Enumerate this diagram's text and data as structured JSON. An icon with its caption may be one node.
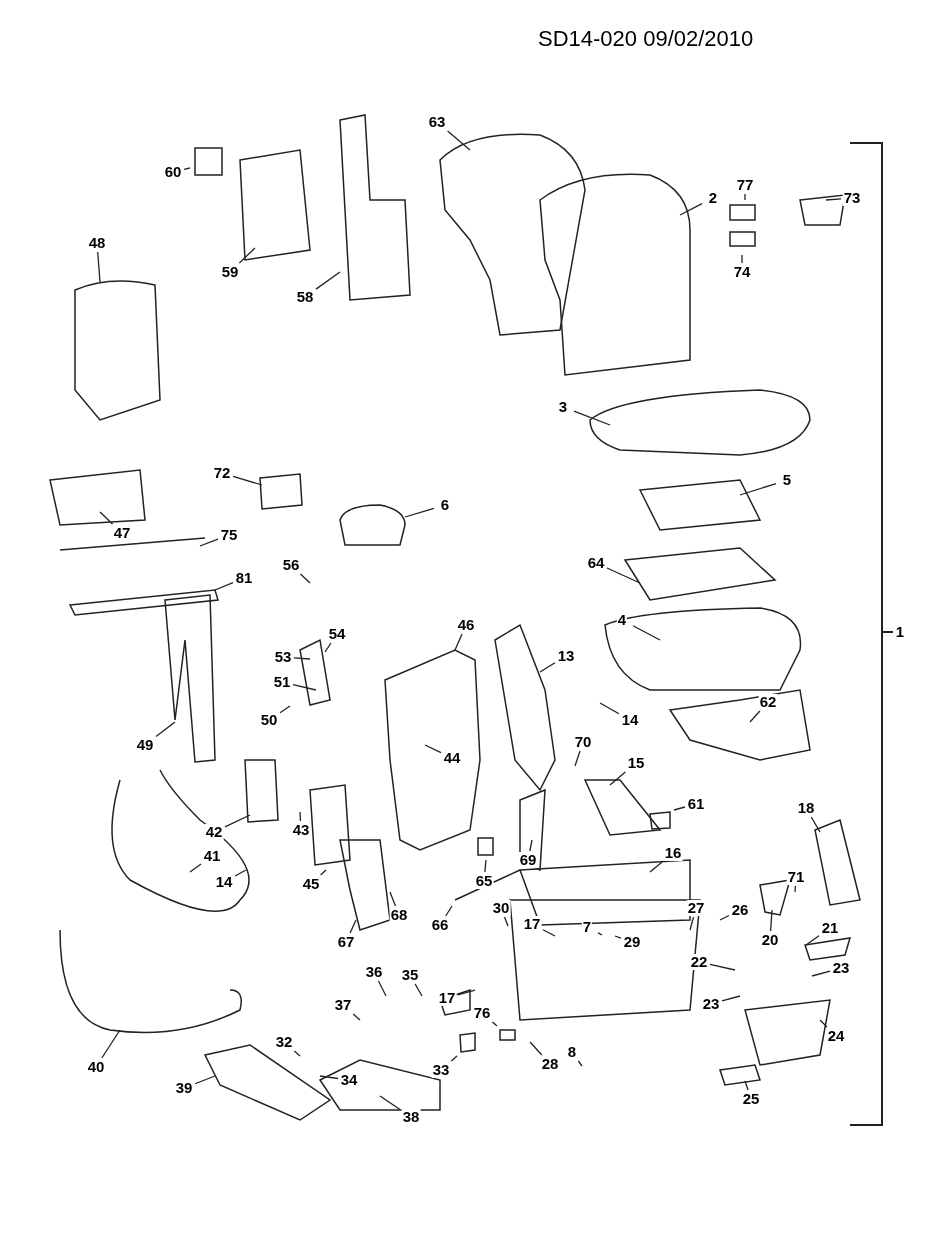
{
  "diagram": {
    "title": "SD14-020 09/02/2010",
    "nodes": [
      {
        "text": [
          "63"
        ]
      },
      {
        "text": [
          "2"
        ]
      },
      {
        "text": [
          "77"
        ]
      },
      {
        "text": [
          "73"
        ]
      },
      {
        "text": [
          "74"
        ]
      },
      {
        "text": [
          "60"
        ]
      },
      {
        "text": [
          "59"
        ]
      },
      {
        "text": [
          "58"
        ]
      },
      {
        "text": [
          "48"
        ]
      },
      {
        "text": [
          "3"
        ]
      },
      {
        "text": [
          "72"
        ]
      },
      {
        "text": [
          "6"
        ]
      },
      {
        "text": [
          "5"
        ]
      },
      {
        "text": [
          "47"
        ]
      },
      {
        "text": [
          "75"
        ]
      },
      {
        "text": [
          "64"
        ]
      },
      {
        "text": [
          "56"
        ]
      },
      {
        "text": [
          "81"
        ]
      },
      {
        "text": [
          "54"
        ]
      },
      {
        "text": [
          "53"
        ]
      },
      {
        "text": [
          "46"
        ]
      },
      {
        "text": [
          "13"
        ]
      },
      {
        "text": [
          "4"
        ]
      },
      {
        "text": [
          "51"
        ]
      },
      {
        "text": [
          "62"
        ]
      },
      {
        "text": [
          "14"
        ]
      },
      {
        "text": [
          "50"
        ]
      },
      {
        "text": [
          "49"
        ]
      },
      {
        "text": [
          "44"
        ]
      },
      {
        "text": [
          "70"
        ]
      },
      {
        "text": [
          "15"
        ]
      },
      {
        "text": [
          "61"
        ]
      },
      {
        "text": [
          "42"
        ]
      },
      {
        "text": [
          "43"
        ]
      },
      {
        "text": [
          "18"
        ]
      },
      {
        "text": [
          "41"
        ]
      },
      {
        "text": [
          "16"
        ]
      },
      {
        "text": [
          "71"
        ]
      },
      {
        "text": [
          "14"
        ]
      },
      {
        "text": [
          "45"
        ]
      },
      {
        "text": [
          "69"
        ]
      },
      {
        "text": [
          "65"
        ]
      },
      {
        "text": [
          "27"
        ]
      },
      {
        "text": [
          "30"
        ]
      },
      {
        "text": [
          "26"
        ]
      },
      {
        "text": [
          "20"
        ]
      },
      {
        "text": [
          "17"
        ]
      },
      {
        "text": [
          "7"
        ]
      },
      {
        "text": [
          "29"
        ]
      },
      {
        "text": [
          "68"
        ]
      },
      {
        "text": [
          "66"
        ]
      },
      {
        "text": [
          "67"
        ]
      },
      {
        "text": [
          "21"
        ]
      },
      {
        "text": [
          "22"
        ]
      },
      {
        "text": [
          "23"
        ]
      },
      {
        "text": [
          "36"
        ]
      },
      {
        "text": [
          "35"
        ]
      },
      {
        "text": [
          "17"
        ]
      },
      {
        "text": [
          "37"
        ]
      },
      {
        "text": [
          "76"
        ]
      },
      {
        "text": [
          "23"
        ]
      },
      {
        "text": [
          "40"
        ]
      },
      {
        "text": [
          "32"
        ]
      },
      {
        "text": [
          "33"
        ]
      },
      {
        "text": [
          "28"
        ]
      },
      {
        "text": [
          "8"
        ]
      },
      {
        "text": [
          "24"
        ]
      },
      {
        "text": [
          "39"
        ]
      },
      {
        "text": [
          "34"
        ]
      },
      {
        "text": [
          "38"
        ]
      },
      {
        "text": [
          "25"
        ]
      }
    ],
    "edges": [
      {
        "from": 0,
        "to": null,
        "arrow": "none"
      },
      {
        "from": 1,
        "to": null,
        "arrow": "none"
      },
      {
        "from": 2,
        "to": null,
        "arrow": "none"
      },
      {
        "from": 3,
        "to": null,
        "arrow": "none"
      },
      {
        "from": 4,
        "to": null,
        "arrow": "none"
      },
      {
        "from": 5,
        "to": null,
        "arrow": "none"
      },
      {
        "from": 6,
        "to": null,
        "arrow": "none"
      },
      {
        "from": 7,
        "to": null,
        "arrow": "none"
      },
      {
        "from": 8,
        "to": null,
        "arrow": "none"
      },
      {
        "from": 9,
        "to": null,
        "arrow": "none"
      },
      {
        "from": 10,
        "to": null,
        "arrow": "none"
      },
      {
        "from": 11,
        "to": null,
        "arrow": "none"
      },
      {
        "from": 12,
        "to": null,
        "arrow": "none"
      },
      {
        "from": 13,
        "to": null,
        "arrow": "none"
      },
      {
        "from": 14,
        "to": null,
        "arrow": "none"
      },
      {
        "from": 15,
        "to": null,
        "arrow": "none"
      },
      {
        "from": 16,
        "to": null,
        "arrow": "none"
      },
      {
        "from": 17,
        "to": null,
        "arrow": "none"
      },
      {
        "from": 18,
        "to": null,
        "arrow": "none"
      },
      {
        "from": 19,
        "to": null,
        "arrow": "none"
      },
      {
        "from": 20,
        "to": null,
        "arrow": "none"
      },
      {
        "from": 21,
        "to": null,
        "arrow": "none"
      },
      {
        "from": 22,
        "to": null,
        "arrow": "none"
      },
      {
        "from": 23,
        "to": null,
        "arrow": "none"
      },
      {
        "from": 24,
        "to": null,
        "arrow": "none"
      },
      {
        "from": 25,
        "to": null,
        "arrow": "none"
      },
      {
        "from": 26,
        "to": null,
        "arrow": "none"
      },
      {
        "from": 27,
        "to": null,
        "arrow": "none"
      },
      {
        "from": 28,
        "to": null,
        "arrow": "none"
      },
      {
        "from": 29,
        "to": null,
        "arrow": "none"
      },
      {
        "from": 30,
        "to": null,
        "arrow": "none"
      },
      {
        "from": 31,
        "to": null,
        "arrow": "none"
      },
      {
        "from": 32,
        "to": null,
        "arrow": "none"
      },
      {
        "from": 33,
        "to": null,
        "arrow": "none"
      },
      {
        "from": 34,
        "to": null,
        "arrow": "none"
      },
      {
        "from": 35,
        "to": null,
        "arrow": "none"
      },
      {
        "from": 36,
        "to": null,
        "arrow": "none"
      },
      {
        "from": 37,
        "to": null,
        "arrow": "none"
      },
      {
        "from": 38,
        "to": null,
        "arrow": "none"
      },
      {
        "from": 39,
        "to": null,
        "arrow": "none"
      },
      {
        "from": 40,
        "to": null,
        "arrow": "none"
      },
      {
        "from": 41,
        "to": null,
        "arrow": "none"
      },
      {
        "from": 42,
        "to": null,
        "arrow": "none"
      },
      {
        "from": 43,
        "to": null,
        "arrow": "none"
      },
      {
        "from": 44,
        "to": null,
        "arrow": "none"
      },
      {
        "from": 45,
        "to": null,
        "arrow": "none"
      },
      {
        "from": 46,
        "to": null,
        "arrow": "none"
      },
      {
        "from": 47,
        "to": null,
        "arrow": "none"
      },
      {
        "from": 48,
        "to": null,
        "arrow": "none"
      },
      {
        "from": 49,
        "to": null,
        "arrow": "none"
      },
      {
        "from": 50,
        "to": null,
        "arrow": "none"
      },
      {
        "from": 51,
        "to": null,
        "arrow": "none"
      },
      {
        "from": 52,
        "to": null,
        "arrow": "none"
      },
      {
        "from": 53,
        "to": null,
        "arrow": "none"
      },
      {
        "from": 54,
        "to": null,
        "arrow": "none"
      },
      {
        "from": 55,
        "to": null,
        "arrow": "none"
      },
      {
        "from": 56,
        "to": null,
        "arrow": "none"
      },
      {
        "from": 57,
        "to": null,
        "arrow": "none"
      },
      {
        "from": 58,
        "to": null,
        "arrow": "none"
      },
      {
        "from": 59,
        "to": null,
        "arrow": "none"
      },
      {
        "from": 60,
        "to": null,
        "arrow": "none"
      },
      {
        "from": 61,
        "to": null,
        "arrow": "none"
      },
      {
        "from": 62,
        "to": null,
        "arrow": "none"
      },
      {
        "from": 63,
        "to": null,
        "arrow": "none"
      },
      {
        "from": 64,
        "to": null,
        "arrow": "none"
      },
      {
        "from": 65,
        "to": null,
        "arrow": "none"
      },
      {
        "from": 66,
        "to": null,
        "arrow": "none"
      },
      {
        "from": 67,
        "to": null,
        "arrow": "none"
      },
      {
        "from": 68,
        "to": null,
        "arrow": "none"
      },
      {
        "from": 69,
        "to": null,
        "arrow": "none"
      },
      {
        "from": 70,
        "to": null,
        "arrow": "none"
      }
    ],
    "labels": [
      "1"
    ]
  }
}
